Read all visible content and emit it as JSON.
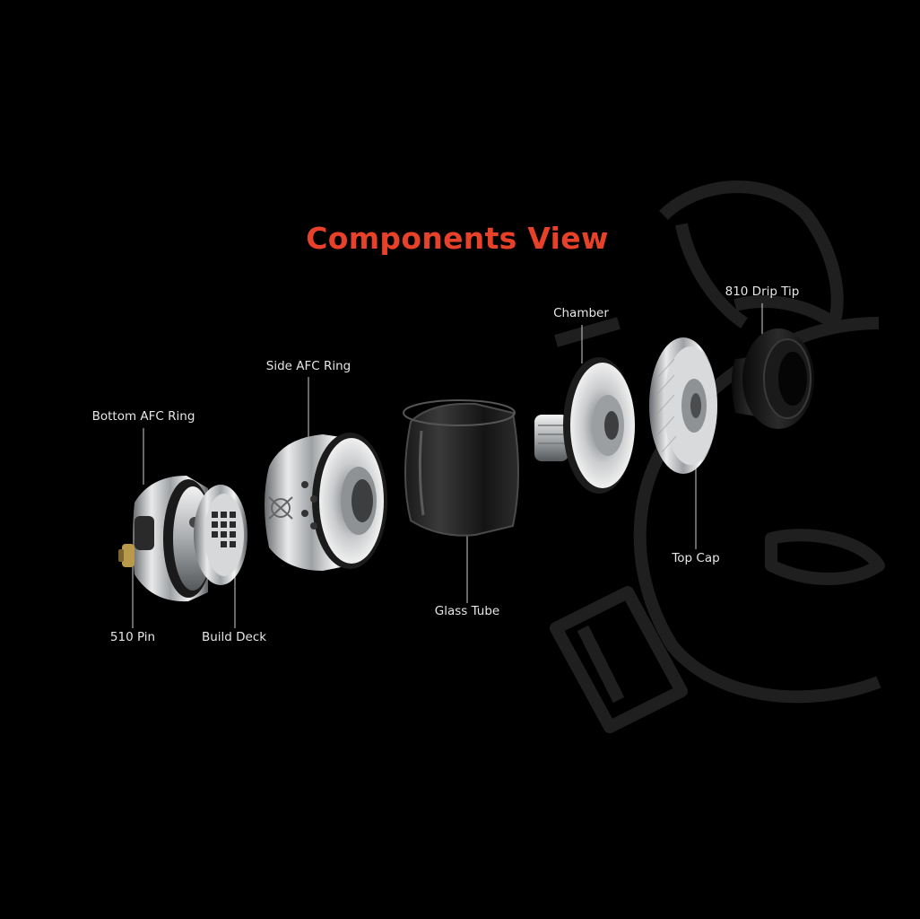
{
  "title": "Components View",
  "labels": {
    "bottom_afc_ring": "Bottom AFC Ring",
    "side_afc_ring": "Side AFC Ring",
    "chamber": "Chamber",
    "drip_tip": "810 Drip Tip",
    "glass_tube": "Glass Tube",
    "top_cap": "Top Cap",
    "pin_510": "510 Pin",
    "build_deck": "Build Deck"
  },
  "colors": {
    "title": "#e8412a",
    "label": "#e6e6e6",
    "background": "#000000"
  }
}
